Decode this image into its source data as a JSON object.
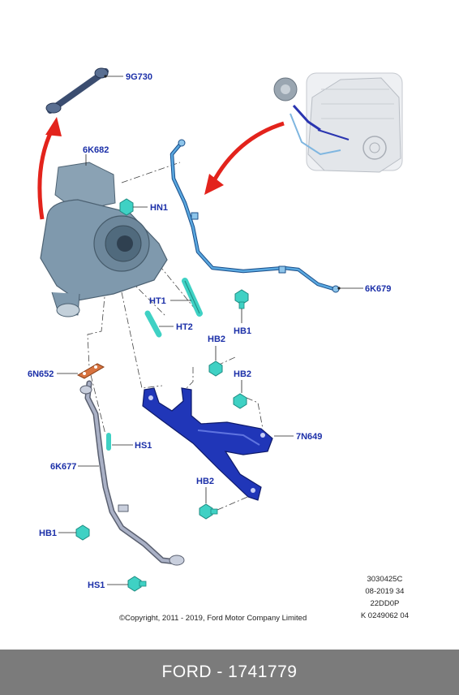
{
  "labels": {
    "9G730": "9G730",
    "6K682": "6K682",
    "HN1": "HN1",
    "HT1": "HT1",
    "HT2": "HT2",
    "6K679": "6K679",
    "HB1_top": "HB1",
    "HB2_a": "HB2",
    "HB2_b": "HB2",
    "6N652": "6N652",
    "HS1_a": "HS1",
    "6K677": "6K677",
    "7N649": "7N649",
    "HB2_c": "HB2",
    "HB1_bottom": "HB1",
    "HS1_b": "HS1"
  },
  "meta": {
    "line1": "3030425C",
    "line2": "08-2019 34",
    "line3": "22DD0P",
    "line4": "K 0249062 04"
  },
  "copyright": "©Copyright, 2011 - 2019, Ford Motor Company Limited",
  "footer": "FORD - 1741779",
  "colors": {
    "label": "#1b2fa8",
    "arrow": "#e3231c",
    "bracket": "#1f35b5",
    "fastener": "#3fd1c4",
    "pipe_blue": "#3a8fd0",
    "turbo": "#7f99ad",
    "footer_bg": "#7b7b7b"
  }
}
